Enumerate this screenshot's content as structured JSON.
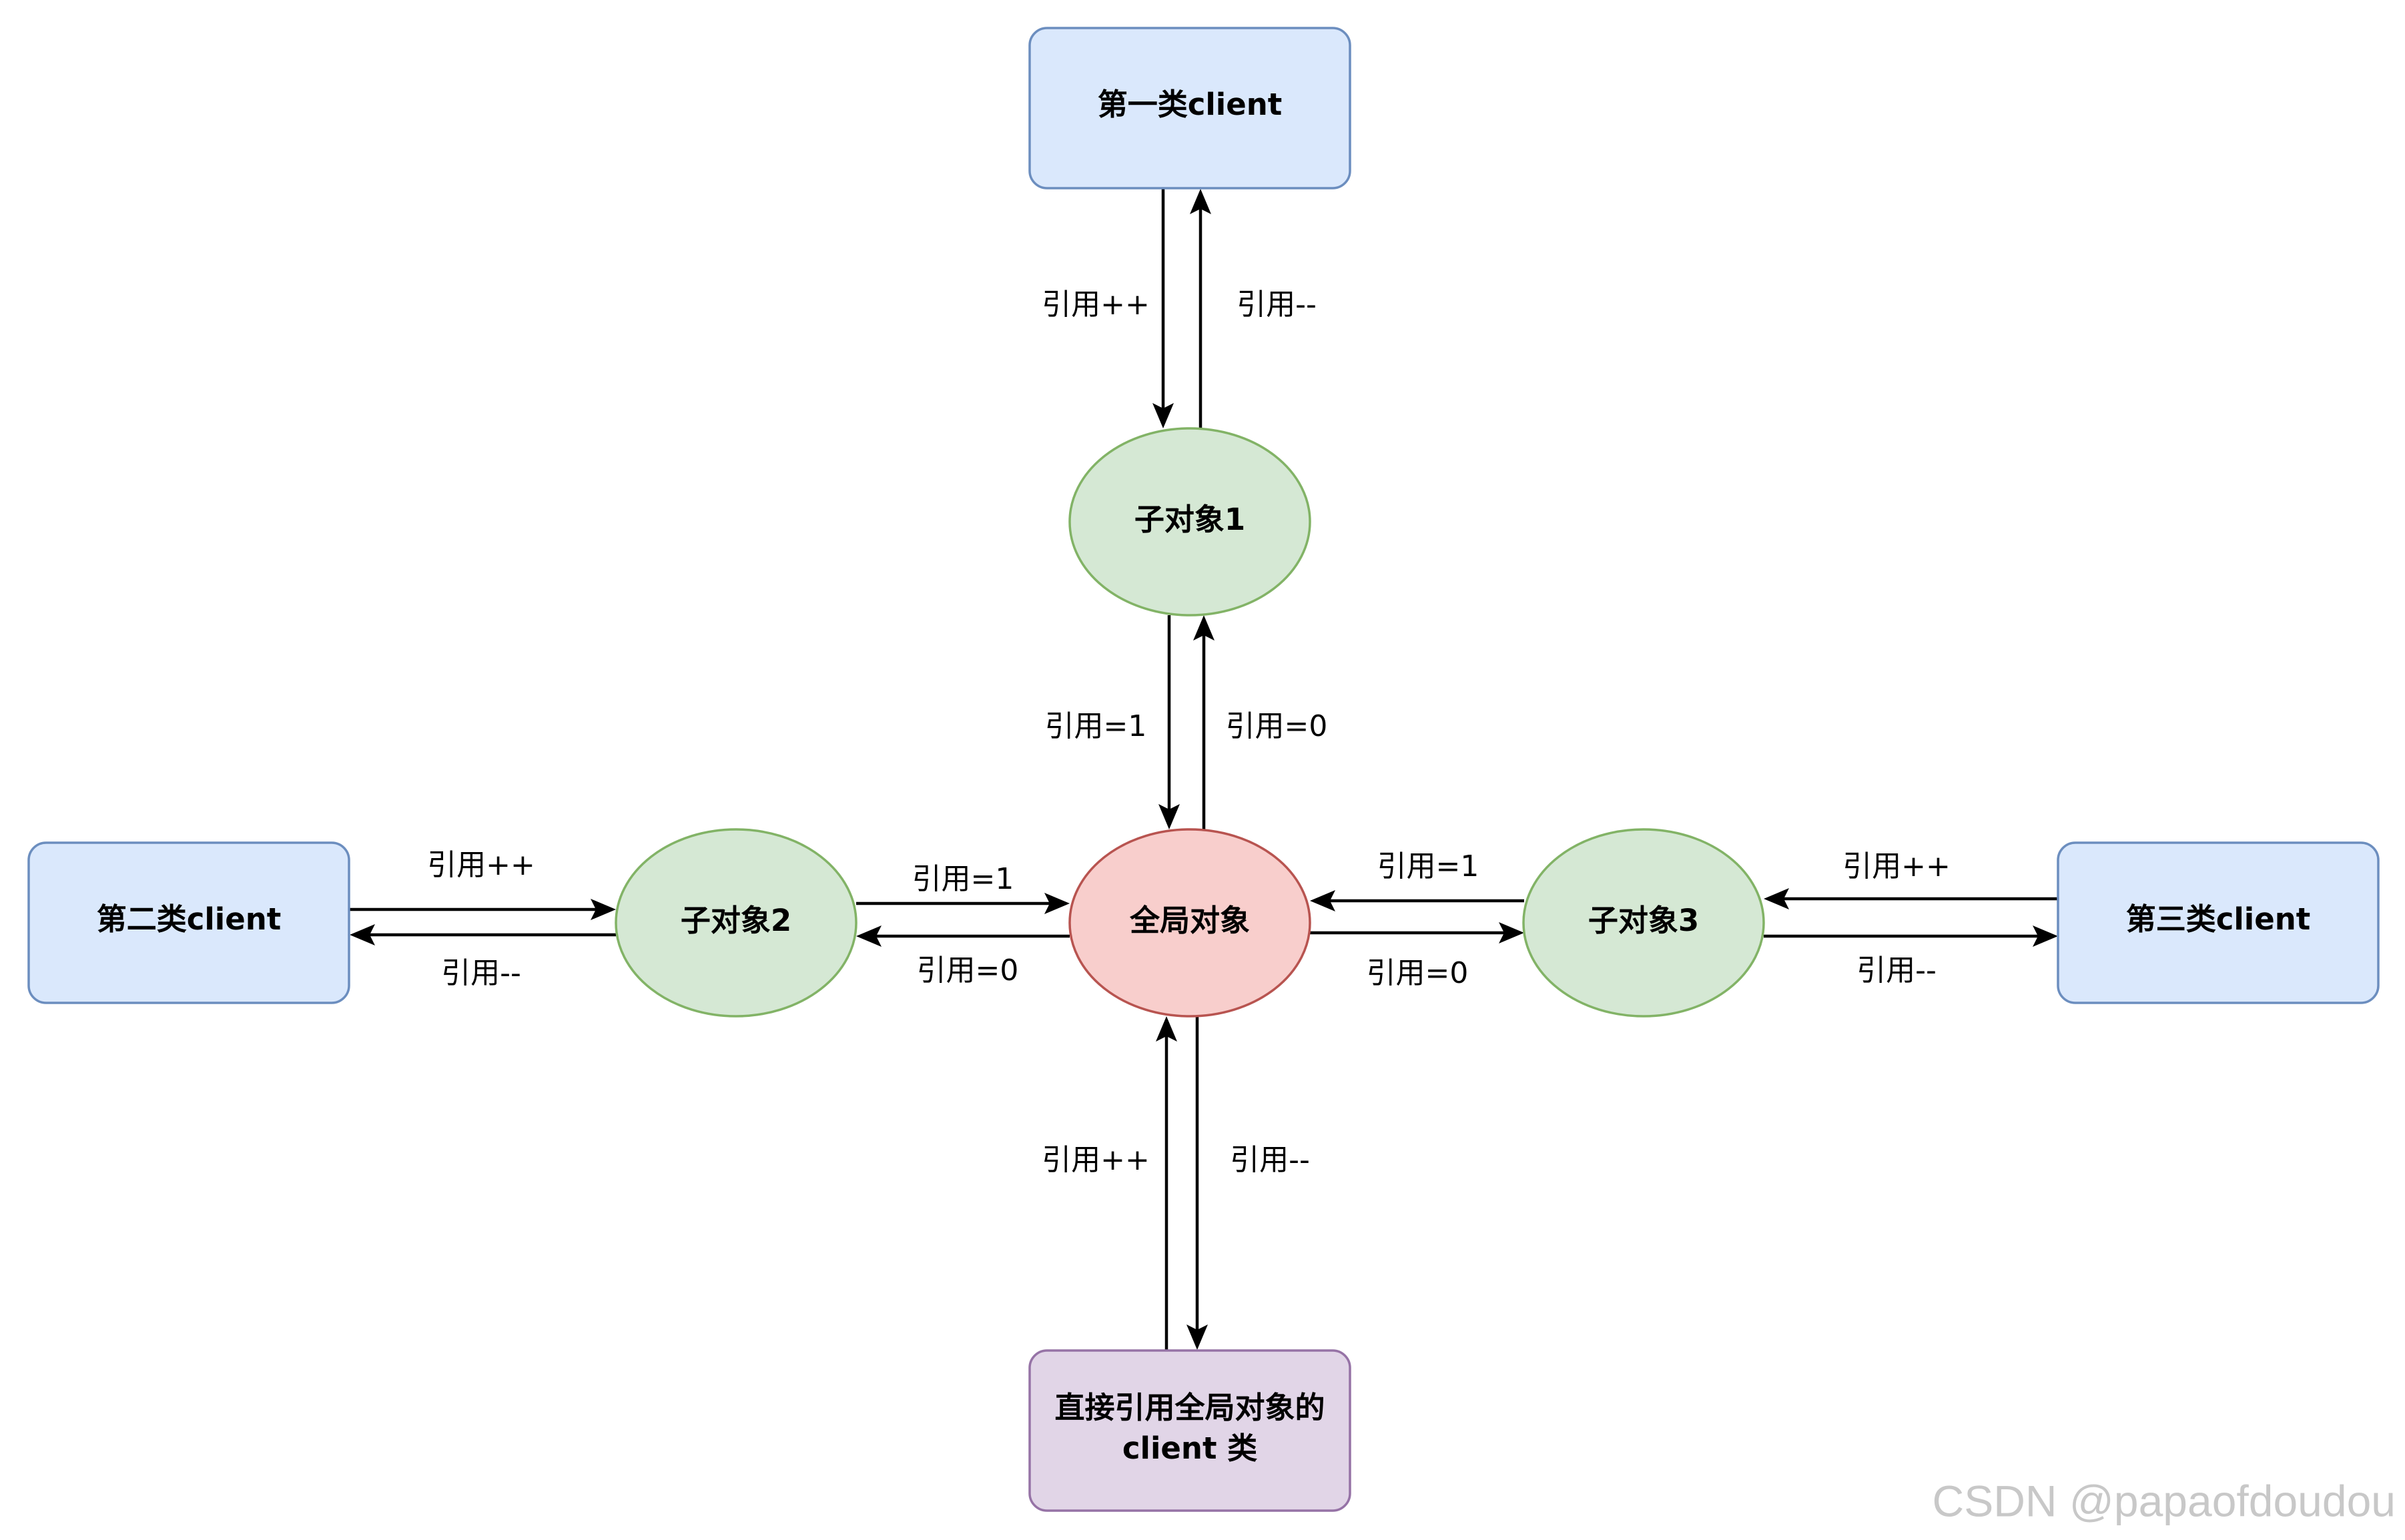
{
  "colors": {
    "client_fill": "#dae8fc",
    "client_stroke": "#6c8ebf",
    "child_fill": "#d5e8d4",
    "child_stroke": "#82b366",
    "global_fill": "#f8cecc",
    "global_stroke": "#b85450",
    "direct_fill": "#e1d5e7",
    "direct_stroke": "#9673a6",
    "edge": "#000000",
    "watermark": "#c8c8c8"
  },
  "nodes": {
    "client1": "第一类client",
    "client2": "第二类client",
    "client3": "第三类client",
    "child1": "子对象1",
    "child2": "子对象2",
    "child3": "子对象3",
    "global": "全局对象",
    "direct_line1": "直接引用全局对象的",
    "direct_line2": "client 类"
  },
  "edges": {
    "client1_to_child1": "引用++",
    "child1_to_client1": "引用--",
    "child1_to_global": "引用=1",
    "global_to_child1": "引用=0",
    "client2_to_child2": "引用++",
    "child2_to_client2": "引用--",
    "child2_to_global": "引用=1",
    "global_to_child2": "引用=0",
    "child3_to_global": "引用=1",
    "global_to_child3": "引用=0",
    "client3_to_child3": "引用++",
    "child3_to_client3": "引用--",
    "direct_to_global": "引用++",
    "global_to_direct": "引用--"
  },
  "watermark": "CSDN @papaofdoudou"
}
